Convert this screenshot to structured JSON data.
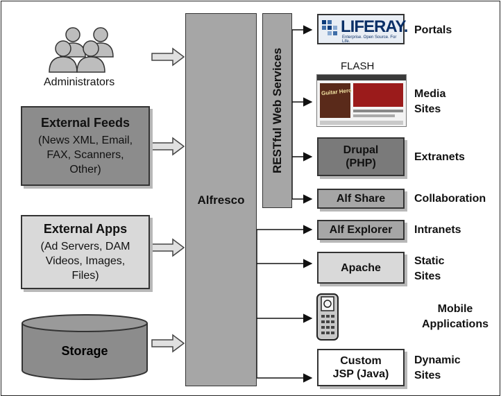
{
  "sources": {
    "administrators": {
      "label": "Administrators"
    },
    "external_feeds": {
      "title": "External Feeds",
      "lines": [
        "(News XML, Email,",
        "FAX, Scanners,",
        "Other)"
      ]
    },
    "external_apps": {
      "title": "External Apps",
      "lines": [
        "(Ad Servers, DAM",
        "Videos, Images,",
        "Files)"
      ]
    },
    "storage": {
      "label": "Storage"
    }
  },
  "core": {
    "alfresco": "Alfresco",
    "restful": "RESTful Web Services"
  },
  "targets": {
    "liferay": {
      "logo_text": "LIFERAY.",
      "tagline": "Enterprise. Open Source. For Life.",
      "category": "Portals"
    },
    "flash": {
      "caption": "FLASH",
      "category_lines": [
        "Media",
        "Sites"
      ],
      "shot_title": "Guitar Hero"
    },
    "drupal": {
      "lines": [
        "Drupal",
        "(PHP)"
      ],
      "category": "Extranets"
    },
    "alf_share": {
      "label": "Alf Share",
      "category": "Collaboration"
    },
    "alf_explorer": {
      "label": "Alf Explorer",
      "category": "Intranets"
    },
    "apache": {
      "label": "Apache",
      "category_lines": [
        "Static",
        "Sites"
      ]
    },
    "mobile": {
      "category_lines": [
        "Mobile",
        "Applications"
      ]
    },
    "custom_jsp": {
      "lines": [
        "Custom",
        "JSP (Java)"
      ],
      "category_lines": [
        "Dynamic",
        "Sites"
      ]
    }
  },
  "colors": {
    "dark_gray": "#8c8c8c",
    "mid_gray": "#a6a6a6",
    "light_gray": "#d9d9d9",
    "drupal_gray": "#7a7a7a",
    "line": "#111111"
  }
}
